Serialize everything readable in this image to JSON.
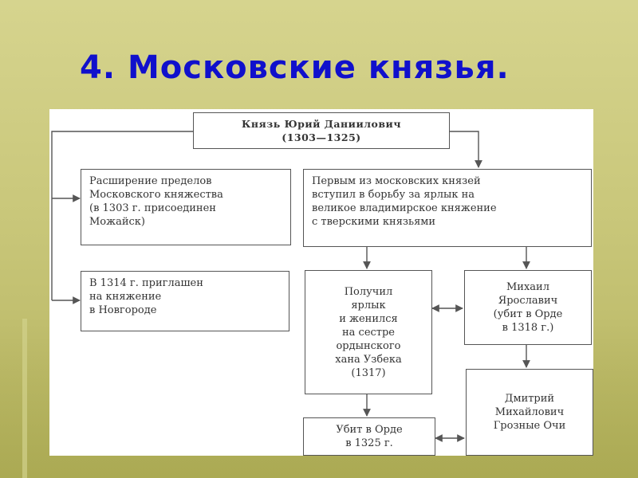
{
  "title": "4. Московские князья.",
  "diagram": {
    "yuri": "Князь Юрий Даниилович\n(1303—1325)",
    "expansion": "Расширение пределов\nМосковского княжества\n(в 1303 г. присоединен\nМожайск)",
    "struggle": "Первым из московских князей\nвступил в борьбу за ярлык на\nвеликое владимирское княжение\nс тверскими князьями",
    "novgorod": "В 1314 г. приглашен\nна княжение\nв Новгороде",
    "yarlyk": "Получил\nярлык\nи женился\nна сестре\nордынского\nхана Узбека\n(1317)",
    "mikhail": "Михаил\nЯрославич\n(убит в Орде\nв 1318 г.)",
    "killed": "Убит в Орде\nв 1325 г.",
    "dmitry": "Дмитрий\nМихайлович\nГрозные Очи"
  }
}
